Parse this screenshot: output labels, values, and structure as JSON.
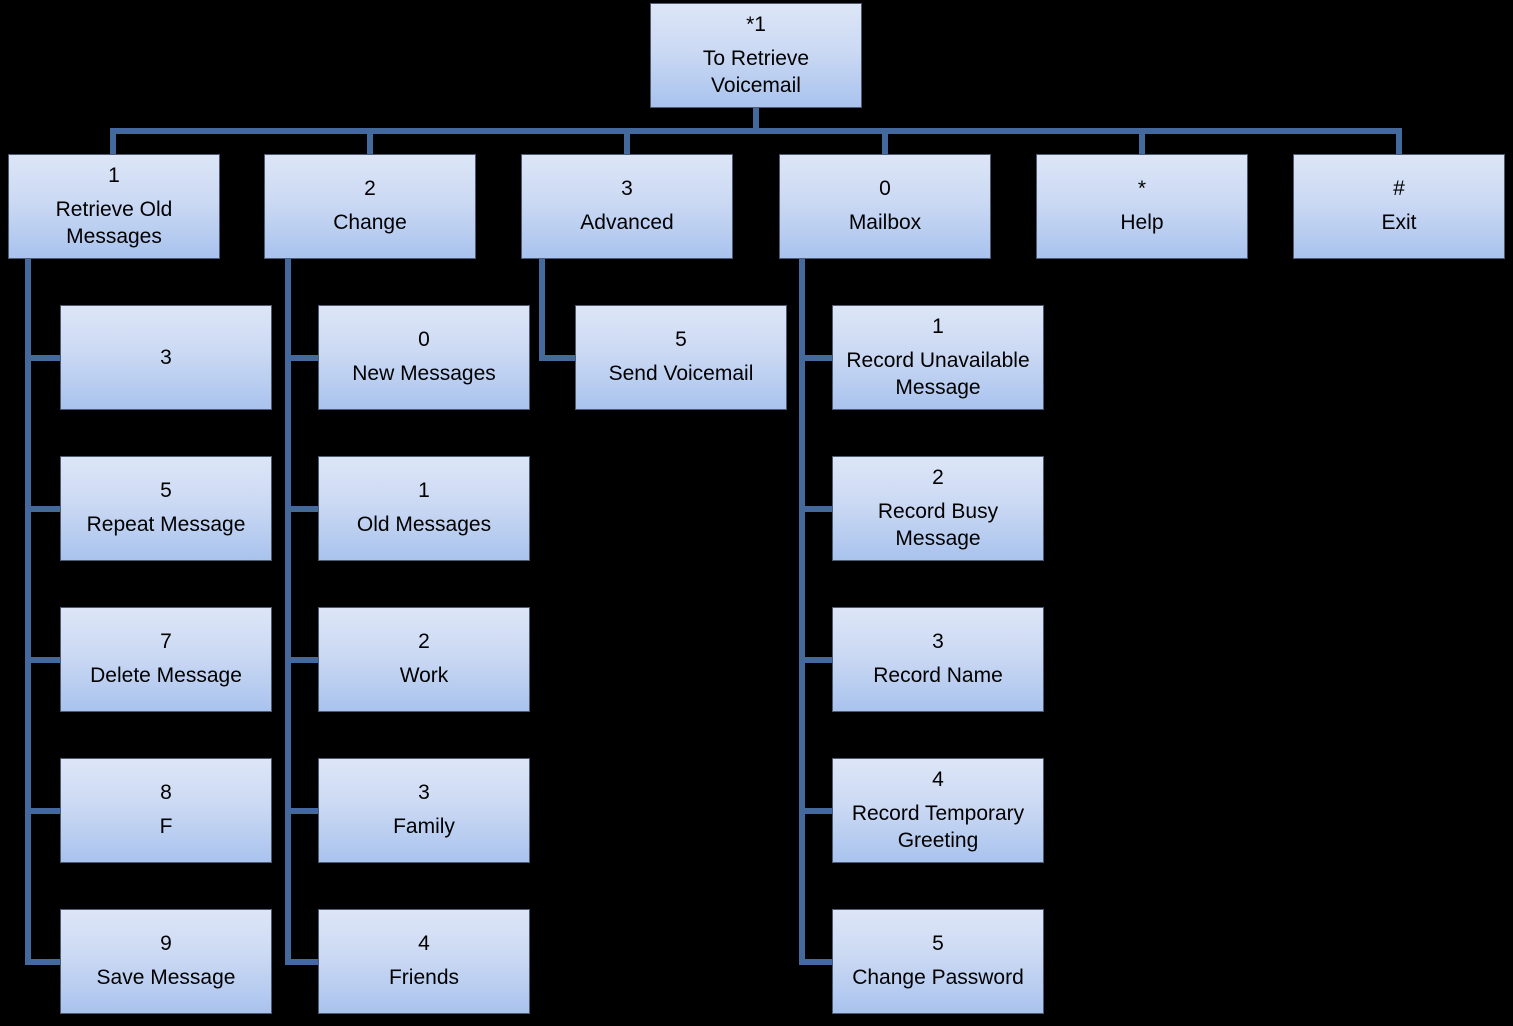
{
  "root": {
    "key": "*1",
    "label": "To Retrieve Voicemail"
  },
  "menu": [
    {
      "key": "1",
      "label": "Retrieve Old Messages"
    },
    {
      "key": "2",
      "label": "Change"
    },
    {
      "key": "3",
      "label": "Advanced"
    },
    {
      "key": "0",
      "label": "Mailbox"
    },
    {
      "key": "*",
      "label": "Help"
    },
    {
      "key": "#",
      "label": "Exit"
    }
  ],
  "submenus": {
    "retrieve_old_messages": [
      {
        "key": "3",
        "label": ""
      },
      {
        "key": "5",
        "label": "Repeat Message"
      },
      {
        "key": "7",
        "label": "Delete Message"
      },
      {
        "key": "8",
        "label": "F"
      },
      {
        "key": "9",
        "label": "Save Message"
      }
    ],
    "change": [
      {
        "key": "0",
        "label": "New Messages"
      },
      {
        "key": "1",
        "label": "Old Messages"
      },
      {
        "key": "2",
        "label": "Work"
      },
      {
        "key": "3",
        "label": "Family"
      },
      {
        "key": "4",
        "label": "Friends"
      }
    ],
    "advanced": [
      {
        "key": "5",
        "label": "Send Voicemail"
      }
    ],
    "mailbox": [
      {
        "key": "1",
        "label": "Record Unavailable Message"
      },
      {
        "key": "2",
        "label": "Record Busy Message"
      },
      {
        "key": "3",
        "label": "Record Name"
      },
      {
        "key": "4",
        "label": "Record Temporary Greeting"
      },
      {
        "key": "5",
        "label": "Change Password"
      }
    ]
  },
  "colors": {
    "background": "#000000",
    "connector": "#44699C",
    "node_fill_top": "#DDE6F7",
    "node_fill_bottom": "#A9C3EE",
    "node_border": "#4D5C72",
    "text": "#000000"
  }
}
